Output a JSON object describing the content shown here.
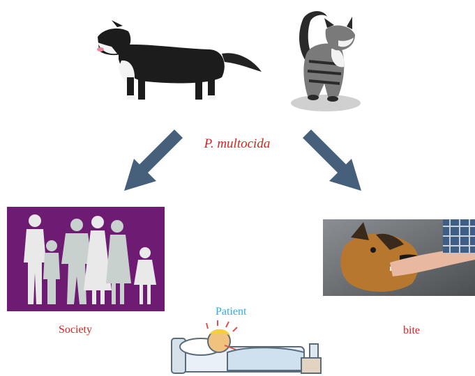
{
  "center": {
    "label": "P. multocida"
  },
  "outcomes": {
    "society": {
      "label": "Society"
    },
    "bite": {
      "label": "bite"
    },
    "patient": {
      "label": "Patient"
    }
  },
  "colors": {
    "arrow": "#465f7b",
    "red_text": "#e02020",
    "cyan_text": "#29aee0",
    "society_bg": "#6e1b73",
    "silhouette": "#e9e9e9",
    "silhouette_alt": "#c9d1cf"
  },
  "icons": {
    "dog_top": "standing-dog-illustration",
    "cat_top": "standing-cat-illustration",
    "family": "family-silhouette-photo",
    "dog_bite": "dog-biting-arm-photo",
    "patient": "sick-patient-in-bed-cartoon"
  }
}
